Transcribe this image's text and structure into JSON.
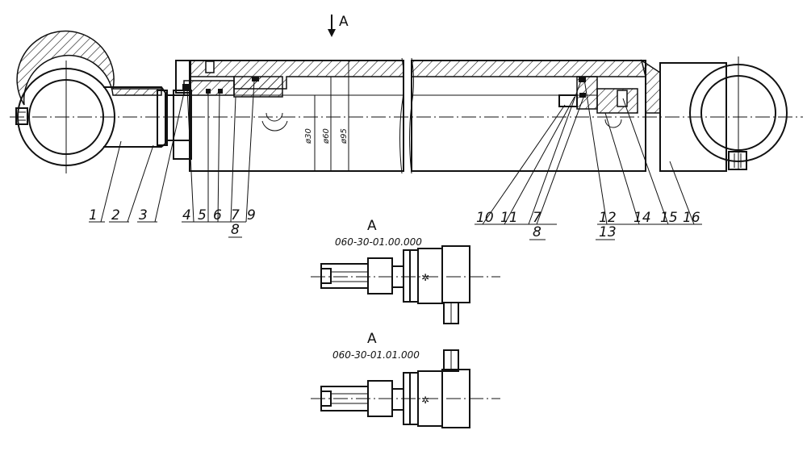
{
  "view_marker": "A",
  "dimensions": [
    "ø30",
    "ø60",
    "ø95"
  ],
  "callouts_left": [
    {
      "id": "1",
      "label": "1"
    },
    {
      "id": "2",
      "label": "2"
    },
    {
      "id": "3",
      "label": "3"
    },
    {
      "id": "4",
      "label": "4"
    },
    {
      "id": "5",
      "label": "5"
    },
    {
      "id": "6",
      "label": "6"
    },
    {
      "id": "7",
      "label": "7"
    },
    {
      "id": "8",
      "label": "8"
    },
    {
      "id": "9",
      "label": "9"
    }
  ],
  "callouts_right": [
    {
      "id": "10",
      "label": "10"
    },
    {
      "id": "11",
      "label": "11"
    },
    {
      "id": "7b",
      "label": "7"
    },
    {
      "id": "8b",
      "label": "8"
    },
    {
      "id": "12",
      "label": "12"
    },
    {
      "id": "13",
      "label": "13"
    },
    {
      "id": "14",
      "label": "14"
    },
    {
      "id": "15",
      "label": "15"
    },
    {
      "id": "16",
      "label": "16"
    }
  ],
  "views": [
    {
      "title": "A",
      "code": "060-30-01.00.000"
    },
    {
      "title": "A",
      "code": "060-30-01.01.000"
    }
  ]
}
